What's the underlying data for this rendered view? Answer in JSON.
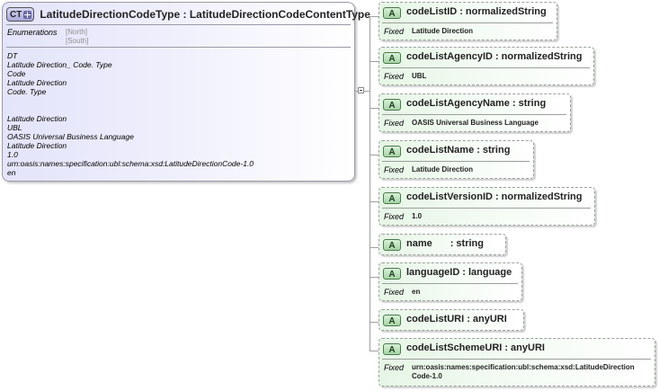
{
  "complex_type": {
    "badge": "CT",
    "name": "LatitudeDirectionCodeType",
    "base": "LatitudeDirectionCodeContentType",
    "enumerations_label": "Enumerations",
    "enumerations": [
      "[North]",
      "[South]"
    ],
    "documentation": [
      "DT",
      "Latitude Direction_ Code. Type",
      "Code",
      "Latitude Direction",
      "Code. Type",
      "",
      "Latitude Direction",
      "UBL",
      "OASIS Universal Business Language",
      "Latitude Direction",
      "1.0",
      "urn:oasis:names:specification:ubl:schema:xsd:LatitudeDirectionCode-1.0",
      "en"
    ]
  },
  "attributes": [
    {
      "icon": "A",
      "name": "codeListID",
      "type": "normalizedString",
      "fixed_label": "Fixed",
      "fixed": "Latitude Direction"
    },
    {
      "icon": "A",
      "name": "codeListAgencyID",
      "type": "normalizedString",
      "fixed_label": "Fixed",
      "fixed": "UBL"
    },
    {
      "icon": "A",
      "name": "codeListAgencyName",
      "type": "string",
      "fixed_label": "Fixed",
      "fixed": "OASIS Universal Business Language"
    },
    {
      "icon": "A",
      "name": "codeListName",
      "type": "string",
      "fixed_label": "Fixed",
      "fixed": "Latitude Direction"
    },
    {
      "icon": "A",
      "name": "codeListVersionID",
      "type": "normalizedString",
      "fixed_label": "Fixed",
      "fixed": "1.0"
    },
    {
      "icon": "A",
      "name": "name",
      "type": "string",
      "fixed_label": "",
      "fixed": ""
    },
    {
      "icon": "A",
      "name": "languageID",
      "type": "language",
      "fixed_label": "Fixed",
      "fixed": "en"
    },
    {
      "icon": "A",
      "name": "codeListURI",
      "type": "anyURI",
      "fixed_label": "",
      "fixed": ""
    },
    {
      "icon": "A",
      "name": "codeListSchemeURI",
      "type": "anyURI",
      "fixed_label": "Fixed",
      "fixed": "urn:oasis:names:specification:ubl:schema:xsd:LatitudeDirection\nCode-1.0"
    }
  ]
}
